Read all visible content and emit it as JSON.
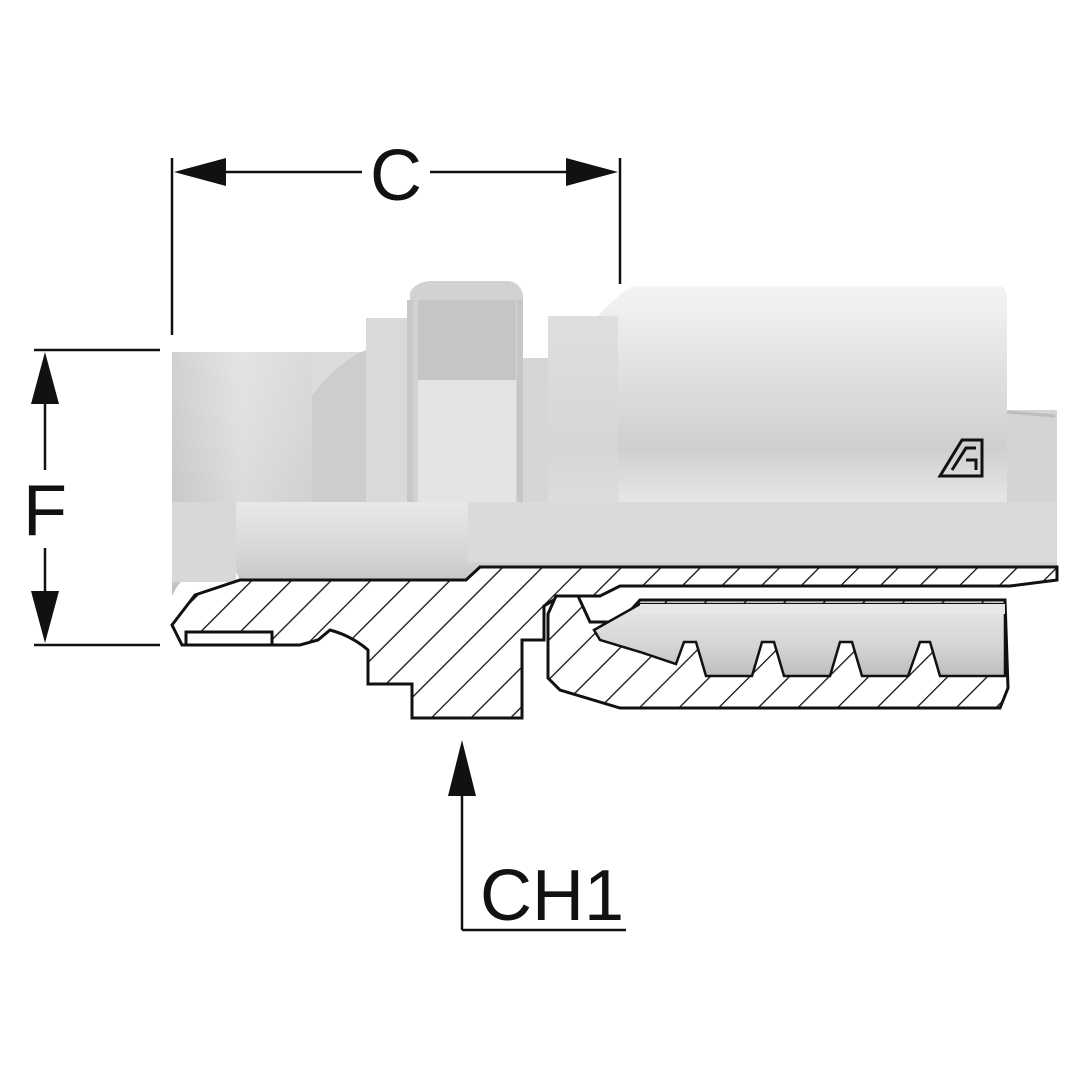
{
  "dimensions": {
    "c_label": "C",
    "f_label": "F",
    "ch1_label": "CH1"
  },
  "colors": {
    "metal_light": "#ececec",
    "metal_mid": "#d6d6d6",
    "metal_dark": "#a9a9a9",
    "line": "#111111",
    "background": "#ffffff"
  },
  "icons": {
    "logo": "manufacturer-logo-icon"
  }
}
